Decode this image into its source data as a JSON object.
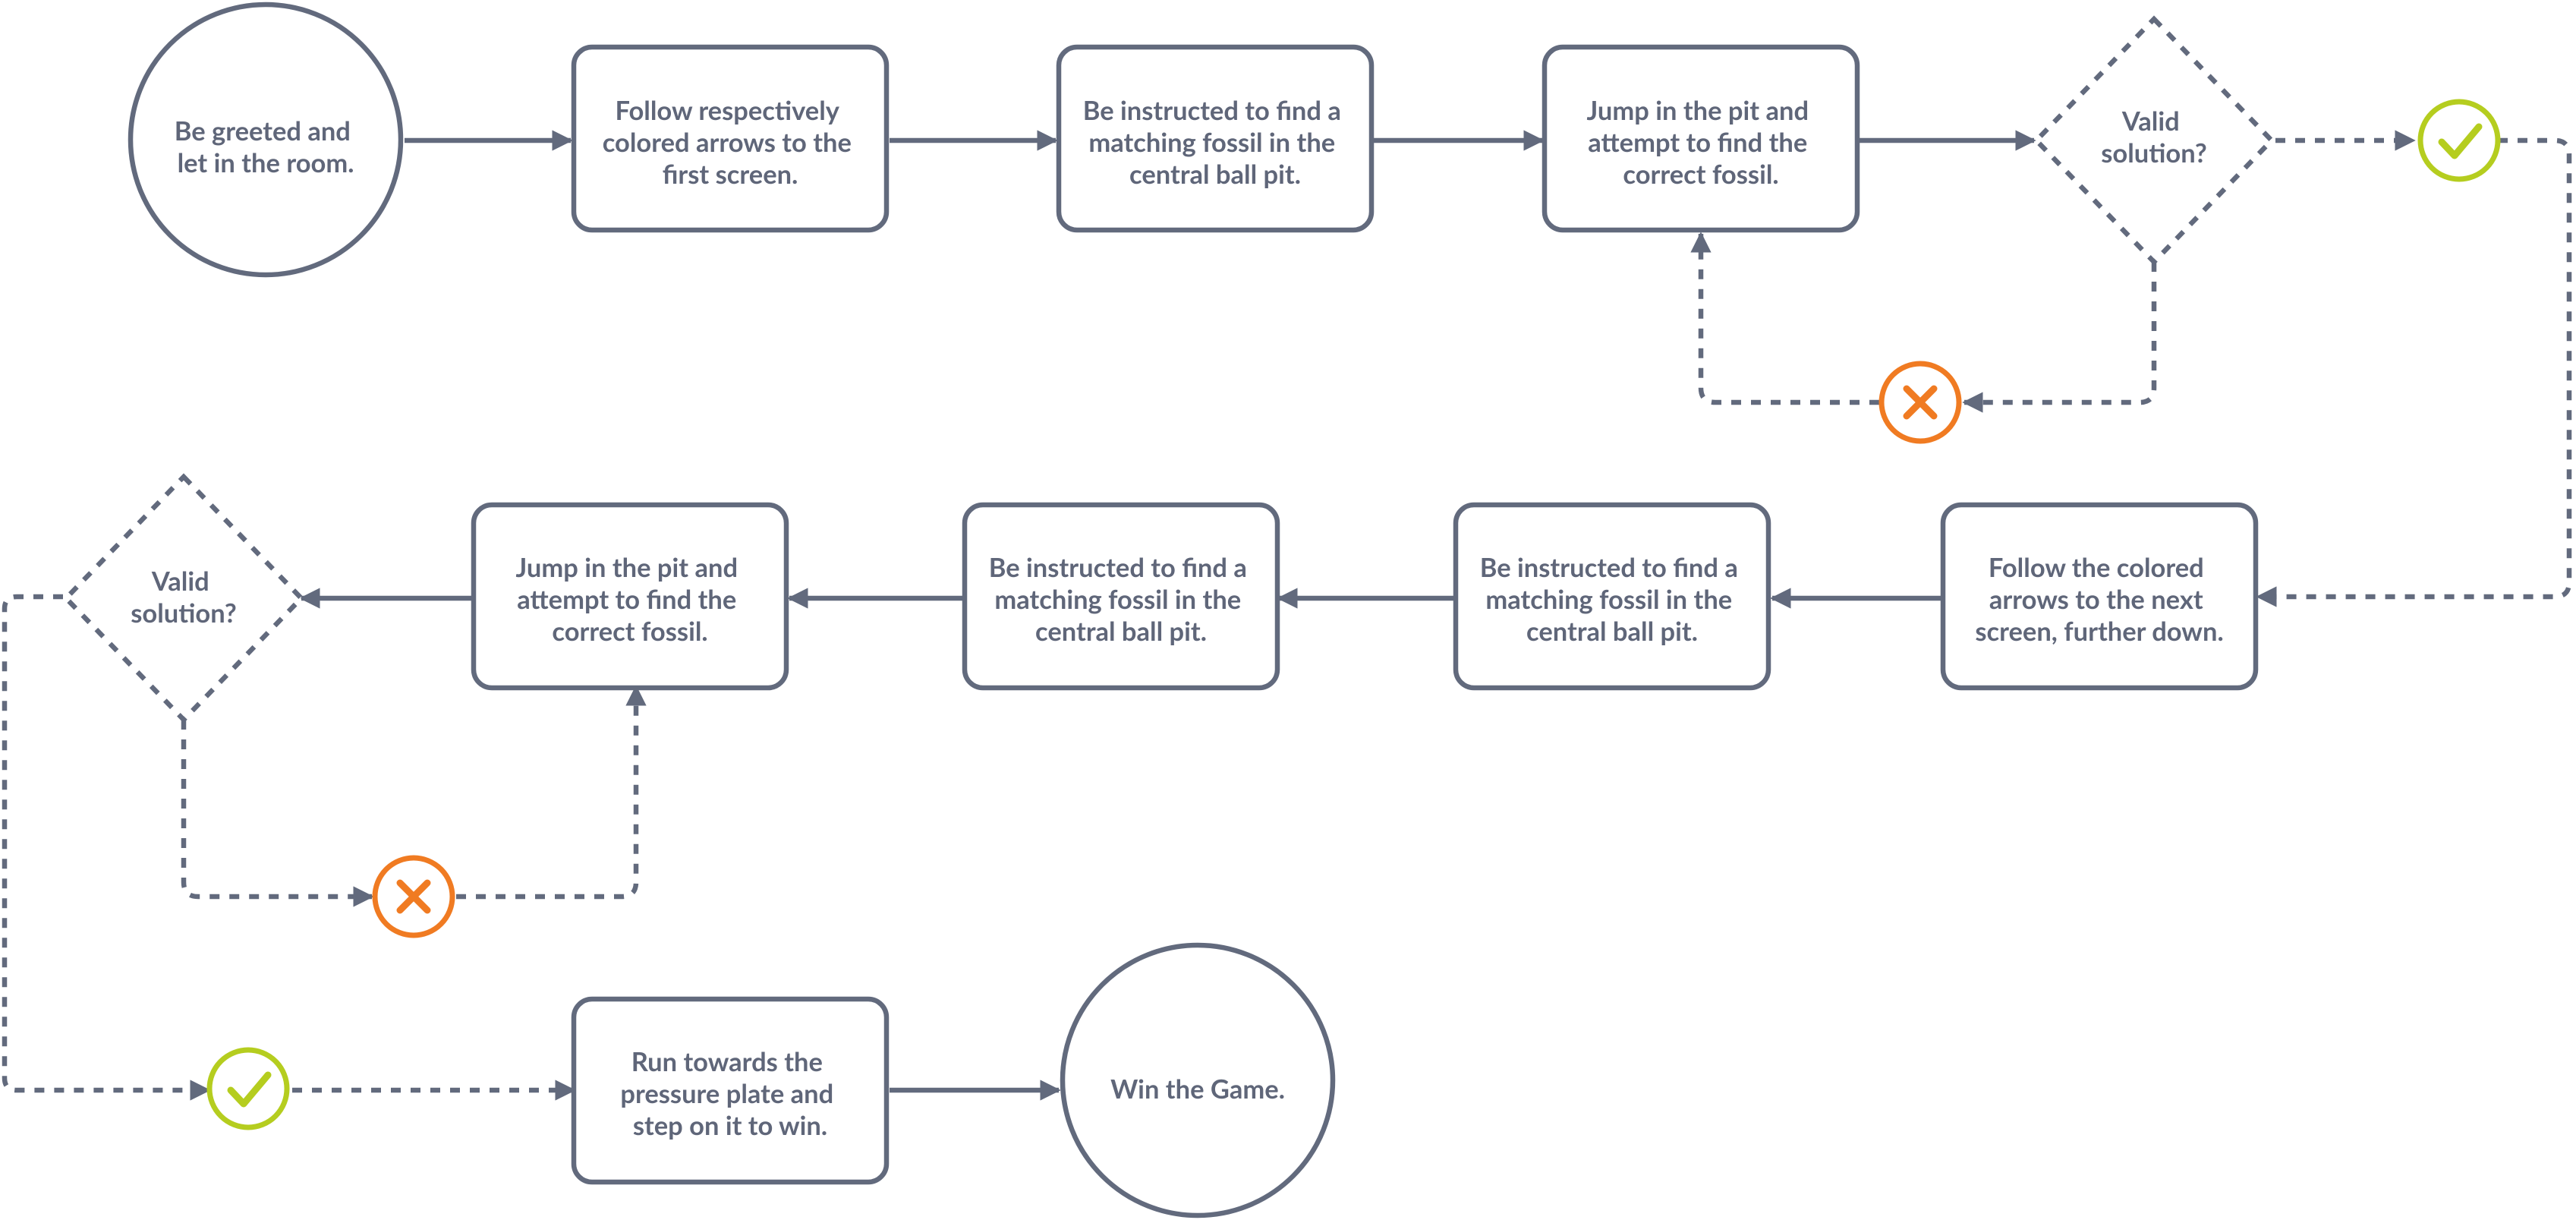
{
  "colors": {
    "line": "#626a7d",
    "text": "#5f6679",
    "success": "#b5cd1f",
    "failure": "#f07b22"
  },
  "nodes": {
    "n1": {
      "shape": "circle",
      "lines": [
        "Be greeted and",
        "let in the room."
      ]
    },
    "n2": {
      "shape": "rect",
      "lines": [
        "Follow respectively",
        "colored arrows to the",
        "first screen."
      ]
    },
    "n3": {
      "shape": "rect",
      "lines": [
        "Be instructed to find a",
        "matching fossil in the",
        "central ball pit."
      ]
    },
    "n4": {
      "shape": "rect",
      "lines": [
        "Jump in the pit and",
        "attempt to find the",
        "correct fossil."
      ]
    },
    "d1": {
      "shape": "diamond",
      "lines": [
        "Valid",
        "solution?"
      ]
    },
    "n5": {
      "shape": "rect",
      "lines": [
        "Follow the colored",
        "arrows to the next",
        "screen, further down."
      ]
    },
    "n6": {
      "shape": "rect",
      "lines": [
        "Be instructed to find a",
        "matching fossil in the",
        "central ball pit."
      ]
    },
    "n7": {
      "shape": "rect",
      "lines": [
        "Be instructed to find a",
        "matching fossil in the",
        "central ball pit."
      ]
    },
    "n8": {
      "shape": "rect",
      "lines": [
        "Jump in the pit and",
        "attempt to find the",
        "correct fossil."
      ]
    },
    "d2": {
      "shape": "diamond",
      "lines": [
        "Valid",
        "solution?"
      ]
    },
    "n9": {
      "shape": "rect",
      "lines": [
        "Run towards the",
        "pressure plate and",
        "step on it to win."
      ]
    },
    "n10": {
      "shape": "circle",
      "lines": [
        "Win the Game."
      ]
    }
  },
  "markers": {
    "ok1": {
      "type": "check",
      "icon": "check-icon"
    },
    "err1": {
      "type": "cross",
      "icon": "cross-icon"
    },
    "err2": {
      "type": "cross",
      "icon": "cross-icon"
    },
    "ok2": {
      "type": "check",
      "icon": "check-icon"
    }
  },
  "edges": [
    {
      "from": "n1",
      "to": "n2",
      "style": "solid"
    },
    {
      "from": "n2",
      "to": "n3",
      "style": "solid"
    },
    {
      "from": "n3",
      "to": "n4",
      "style": "solid"
    },
    {
      "from": "n4",
      "to": "d1",
      "style": "solid"
    },
    {
      "from": "d1",
      "to": "ok1",
      "style": "dashed"
    },
    {
      "from": "ok1",
      "to": "n5",
      "style": "dashed"
    },
    {
      "from": "d1",
      "to": "err1",
      "style": "dashed"
    },
    {
      "from": "err1",
      "to": "n4",
      "style": "dashed"
    },
    {
      "from": "n5",
      "to": "n6",
      "style": "solid"
    },
    {
      "from": "n6",
      "to": "n7",
      "style": "solid"
    },
    {
      "from": "n7",
      "to": "n8",
      "style": "solid"
    },
    {
      "from": "n8",
      "to": "d2",
      "style": "solid"
    },
    {
      "from": "d2",
      "to": "err2",
      "style": "dashed"
    },
    {
      "from": "err2",
      "to": "n8",
      "style": "dashed"
    },
    {
      "from": "d2",
      "to": "ok2",
      "style": "dashed"
    },
    {
      "from": "ok2",
      "to": "n9",
      "style": "dashed"
    },
    {
      "from": "n9",
      "to": "n10",
      "style": "solid"
    }
  ]
}
